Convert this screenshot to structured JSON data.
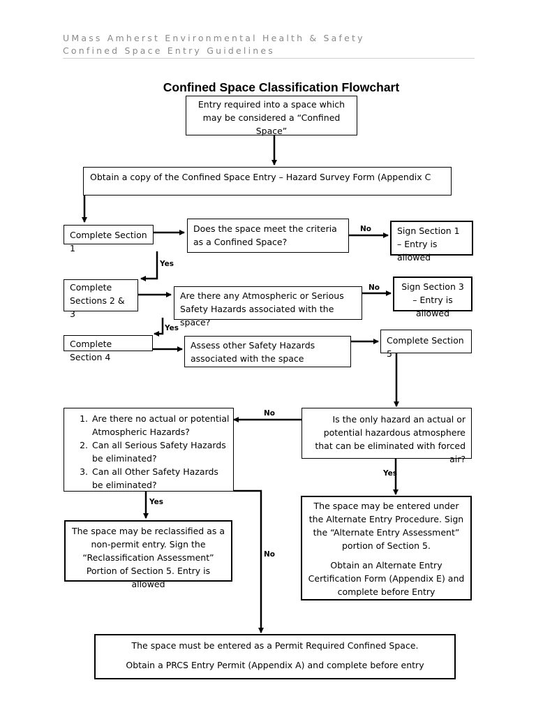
{
  "header": {
    "line1": "UMass Amherst Environmental Health & Safety",
    "line2": "Confined Space Entry Guidelines"
  },
  "title": "Confined Space Classification Flowchart",
  "nodes": {
    "entry": "Entry required into a space which may be considered a “Confined Space”",
    "obtain_form": "Obtain a copy of the Confined Space Entry – Hazard Survey Form (Appendix C",
    "section1": "Complete Section 1",
    "q_criteria": "Does the space meet the criteria as a Confined Space?",
    "sign1": "Sign Section 1 – Entry is allowed",
    "sections23": "Complete Sections 2 & 3",
    "q_hazards": "Are there any Atmospheric or Serious Safety Hazards associated with the space?",
    "sign3": "Sign Section 3 – Entry is allowed",
    "section4": "Complete Section 4",
    "assess": "Assess other Safety Hazards associated with the space",
    "section5": "Complete Section 5",
    "checklist": [
      "Are there no actual or potential Atmospheric Hazards?",
      "Can all Serious Safety Hazards be eliminated?",
      "Can all Other Safety Hazards be eliminated?"
    ],
    "q_only_hazard": "Is the only hazard an actual or potential hazardous atmosphere that can be eliminated with forced air?",
    "reclassify": "The space may be reclassified as a non-permit entry. Sign the “Reclassification Assessment” Portion of Section 5. Entry is allowed",
    "alternate_p1": "The space may be entered under the Alternate Entry Procedure. Sign the “Alternate Entry Assessment” portion of Section 5.",
    "alternate_p2": "Obtain an Alternate Entry Certification Form (Appendix E) and complete before Entry",
    "permit_p1": "The space must be entered as a Permit Required Confined Space.",
    "permit_p2": "Obtain a PRCS Entry Permit (Appendix A) and complete before entry"
  },
  "labels": {
    "no1": "No",
    "yes1": "Yes",
    "no2": "No",
    "yes2": "Yes",
    "no3": "No",
    "yes3": "Yes",
    "yes4": "Yes",
    "no4": "No"
  }
}
